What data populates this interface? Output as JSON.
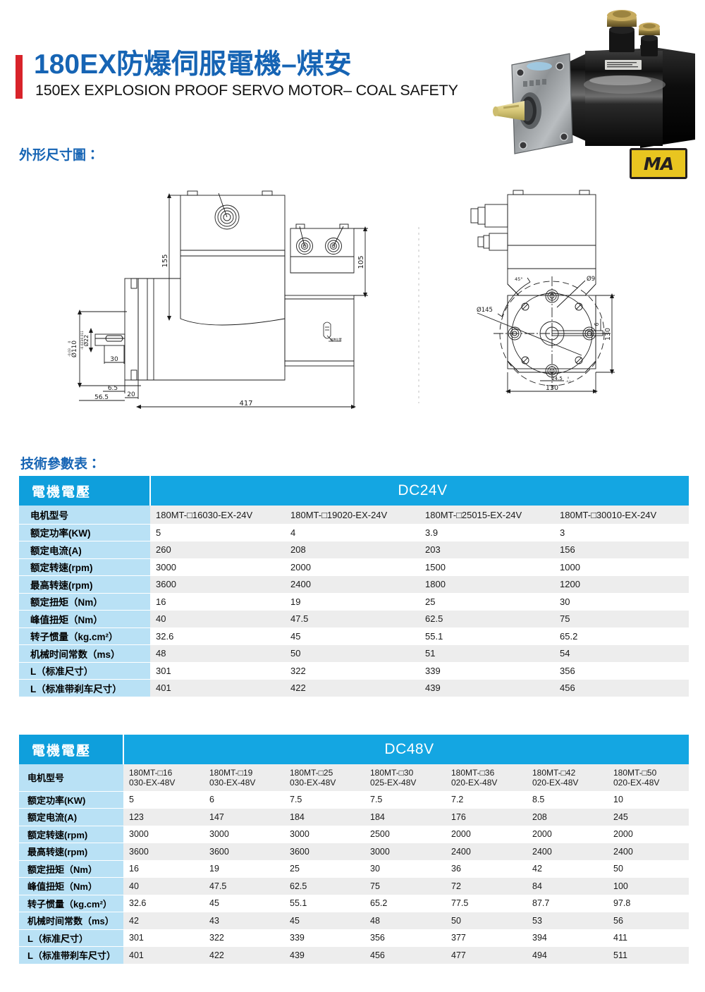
{
  "header": {
    "title_zh": "180EX防爆伺服電機–煤安",
    "title_en": "150EX EXPLOSION PROOF SERVO MOTOR– COAL SAFETY",
    "accent_red": "#d8232a",
    "title_blue": "#1664b4",
    "ma_badge": "MA"
  },
  "sections": {
    "dimension_heading": "外形尺寸圖：",
    "spec_heading": "技術參數表："
  },
  "drawing": {
    "side_view_dims": [
      "155",
      "105",
      "30",
      "6.5",
      "20",
      "56.5",
      "417",
      "Ø110 0-0.03",
      "Ø22 -0.011 -0.023"
    ],
    "end_view_dims": [
      "130",
      "130",
      "Ø145",
      "Ø9",
      "45°",
      "6",
      "24.5 0-0.1"
    ]
  },
  "table_dc24": {
    "label_header": "電機電壓",
    "voltage_header": "DC24V",
    "row_labels": [
      "电机型号",
      "额定功率(KW)",
      "额定电流(A)",
      "额定转速(rpm)",
      "最高转速(rpm)",
      "额定扭矩（Nm）",
      "峰值扭矩（Nm）",
      "转子惯量（kg.cm²）",
      "机械时间常数（ms）",
      "L（标准尺寸）",
      "L（标准带刹车尺寸）"
    ],
    "models": [
      "180MT-□16030-EX-24V",
      "180MT-□19020-EX-24V",
      "180MT-□25015-EX-24V",
      "180MT-□30010-EX-24V"
    ],
    "rows": [
      [
        "5",
        "4",
        "3.9",
        "3"
      ],
      [
        "260",
        "208",
        "203",
        "156"
      ],
      [
        "3000",
        "2000",
        "1500",
        "1000"
      ],
      [
        "3600",
        "2400",
        "1800",
        "1200"
      ],
      [
        "16",
        "19",
        "25",
        "30"
      ],
      [
        "40",
        "47.5",
        "62.5",
        "75"
      ],
      [
        "32.6",
        "45",
        "55.1",
        "65.2"
      ],
      [
        "48",
        "50",
        "51",
        "54"
      ],
      [
        "301",
        "322",
        "339",
        "356"
      ],
      [
        "401",
        "422",
        "439",
        "456"
      ]
    ]
  },
  "table_dc48": {
    "label_header": "電機電壓",
    "voltage_header": "DC48V",
    "row_labels": [
      "电机型号",
      "额定功率(KW)",
      "额定电流(A)",
      "额定转速(rpm)",
      "最高转速(rpm)",
      "额定扭矩（Nm）",
      "峰值扭矩（Nm）",
      "转子惯量（kg.cm²）",
      "机械时间常数（ms）",
      "L（标准尺寸）",
      "L（标准带刹车尺寸）"
    ],
    "models_line1": [
      "180MT-□16",
      "180MT-□19",
      "180MT-□25",
      "180MT-□30",
      "180MT-□36",
      "180MT-□42",
      "180MT-□50"
    ],
    "models_line2": [
      "030-EX-48V",
      "030-EX-48V",
      "030-EX-48V",
      "025-EX-48V",
      "020-EX-48V",
      "020-EX-48V",
      "020-EX-48V"
    ],
    "rows": [
      [
        "5",
        "6",
        "7.5",
        "7.5",
        "7.2",
        "8.5",
        "10"
      ],
      [
        "123",
        "147",
        "184",
        "184",
        "176",
        "208",
        "245"
      ],
      [
        "3000",
        "3000",
        "3000",
        "2500",
        "2000",
        "2000",
        "2000"
      ],
      [
        "3600",
        "3600",
        "3600",
        "3000",
        "2400",
        "2400",
        "2400"
      ],
      [
        "16",
        "19",
        "25",
        "30",
        "36",
        "42",
        "50"
      ],
      [
        "40",
        "47.5",
        "62.5",
        "75",
        "72",
        "84",
        "100"
      ],
      [
        "32.6",
        "45",
        "55.1",
        "65.2",
        "77.5",
        "87.7",
        "97.8"
      ],
      [
        "42",
        "43",
        "45",
        "48",
        "50",
        "53",
        "56"
      ],
      [
        "301",
        "322",
        "339",
        "356",
        "377",
        "394",
        "411"
      ],
      [
        "401",
        "422",
        "439",
        "456",
        "477",
        "494",
        "511"
      ]
    ]
  },
  "colors": {
    "header_blue": "#14a6e2",
    "label_blue": "#b9e1f5",
    "band_gray": "#ededed"
  }
}
